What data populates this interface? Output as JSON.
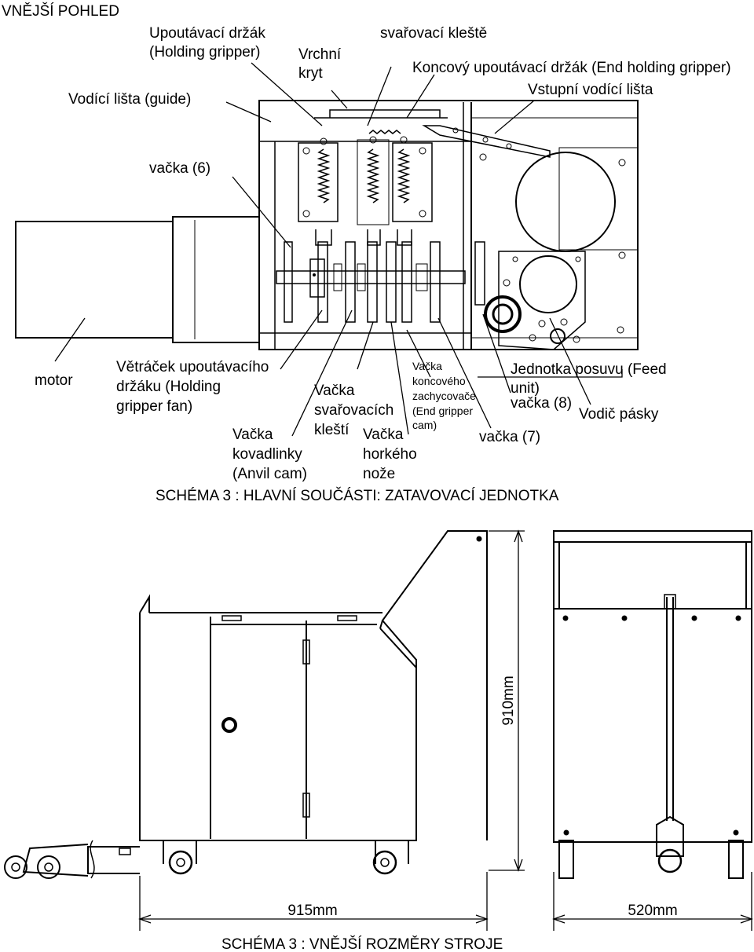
{
  "page_heading": "VNĚJŠÍ POHLED",
  "diagram1": {
    "caption": "SCHÉMA 3 : HLAVNÍ SOUČÁSTI: ZATAVOVACÍ JEDNOTKA",
    "labels": {
      "holding_gripper": [
        "Upoutávací držák",
        "(Holding gripper)"
      ],
      "top_cover": [
        "Vrchní",
        "kryt"
      ],
      "welding_pliers": "svařovací kleště",
      "end_holding_gripper": "Koncový upoutávací držák (End holding gripper)",
      "input_guide": "Vstupní vodící lišta",
      "guide": "Vodící lišta (guide)",
      "cam6": "vačka (6)",
      "motor": "motor",
      "fan": [
        "Větráček upoutávacího",
        "držáku (Holding",
        "gripper fan)"
      ],
      "weld_cam": [
        "Vačka",
        "svařovacích",
        "kleští"
      ],
      "anvil_cam": [
        "Vačka",
        "kovadlinky",
        "(Anvil cam)"
      ],
      "hot_knife_cam": [
        "Vačka",
        "horkého",
        "nože"
      ],
      "end_gripper_cam": [
        "Vačka",
        "koncového",
        "zachycovače",
        "(End gripper",
        "cam)"
      ],
      "feed_unit": [
        "Jednotka posuvu (Feed",
        "unit)"
      ],
      "cam8": "vačka (8)",
      "tape_guide": "Vodič pásky",
      "cam7": "vačka (7)"
    }
  },
  "diagram2": {
    "caption": "SCHÉMA 3 : VNĚJŠÍ ROZMĚRY STROJE",
    "dim_height": "910mm",
    "dim_length": "915mm",
    "dim_width": "520mm"
  }
}
